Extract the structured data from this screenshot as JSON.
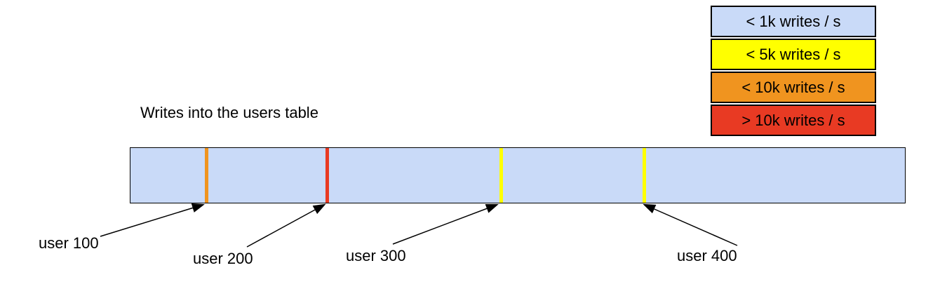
{
  "title": "Writes into the users table",
  "legend": {
    "items": [
      {
        "label": "< 1k writes / s",
        "color": "#c9daf8"
      },
      {
        "label": "< 5k writes / s",
        "color": "#ffff00"
      },
      {
        "label": "< 10k writes / s",
        "color": "#f0941f"
      },
      {
        "label": "> 10k writes / s",
        "color": "#e83a23"
      }
    ]
  },
  "bar": {
    "fill": "#c9daf8",
    "ticks": [
      {
        "user": "user 100",
        "color": "#f0941f",
        "left": "9.6%"
      },
      {
        "user": "user 200",
        "color": "#e83a23",
        "left": "25.2%"
      },
      {
        "user": "user 300",
        "color": "#ffff00",
        "left": "47.6%"
      },
      {
        "user": "user 400",
        "color": "#ffff00",
        "left": "66.1%"
      }
    ]
  },
  "pointers": [
    {
      "label": "user 100"
    },
    {
      "label": "user 200"
    },
    {
      "label": "user 300"
    },
    {
      "label": "user 400"
    }
  ]
}
